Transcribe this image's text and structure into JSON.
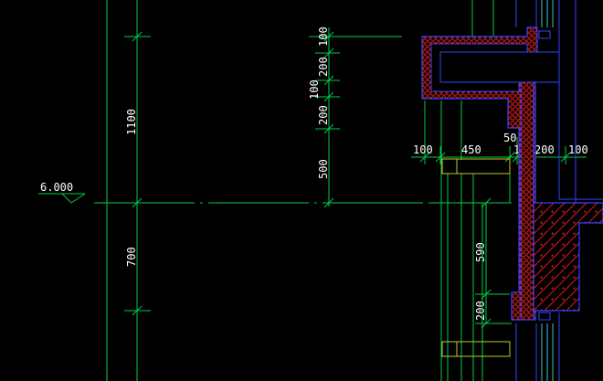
{
  "colors": {
    "background": "#000000",
    "dimension_line": "#00cc44",
    "dimension_text": "#ffffff",
    "outline_blue": "#3344ff",
    "insulation_red": "#ff2020",
    "beam_red": "#e01818",
    "yellow_green": "#c8c830",
    "cyan": "#40c0c0"
  },
  "level_mark": {
    "label": "6.000"
  },
  "dimensions": {
    "left_column": [
      "1100",
      "700"
    ],
    "mid_column": [
      "100",
      "200",
      "100",
      "200",
      "500"
    ],
    "lower_column": [
      "590",
      "200"
    ],
    "horizontal": [
      "100",
      "450",
      "50",
      "100",
      "200",
      "100"
    ]
  }
}
